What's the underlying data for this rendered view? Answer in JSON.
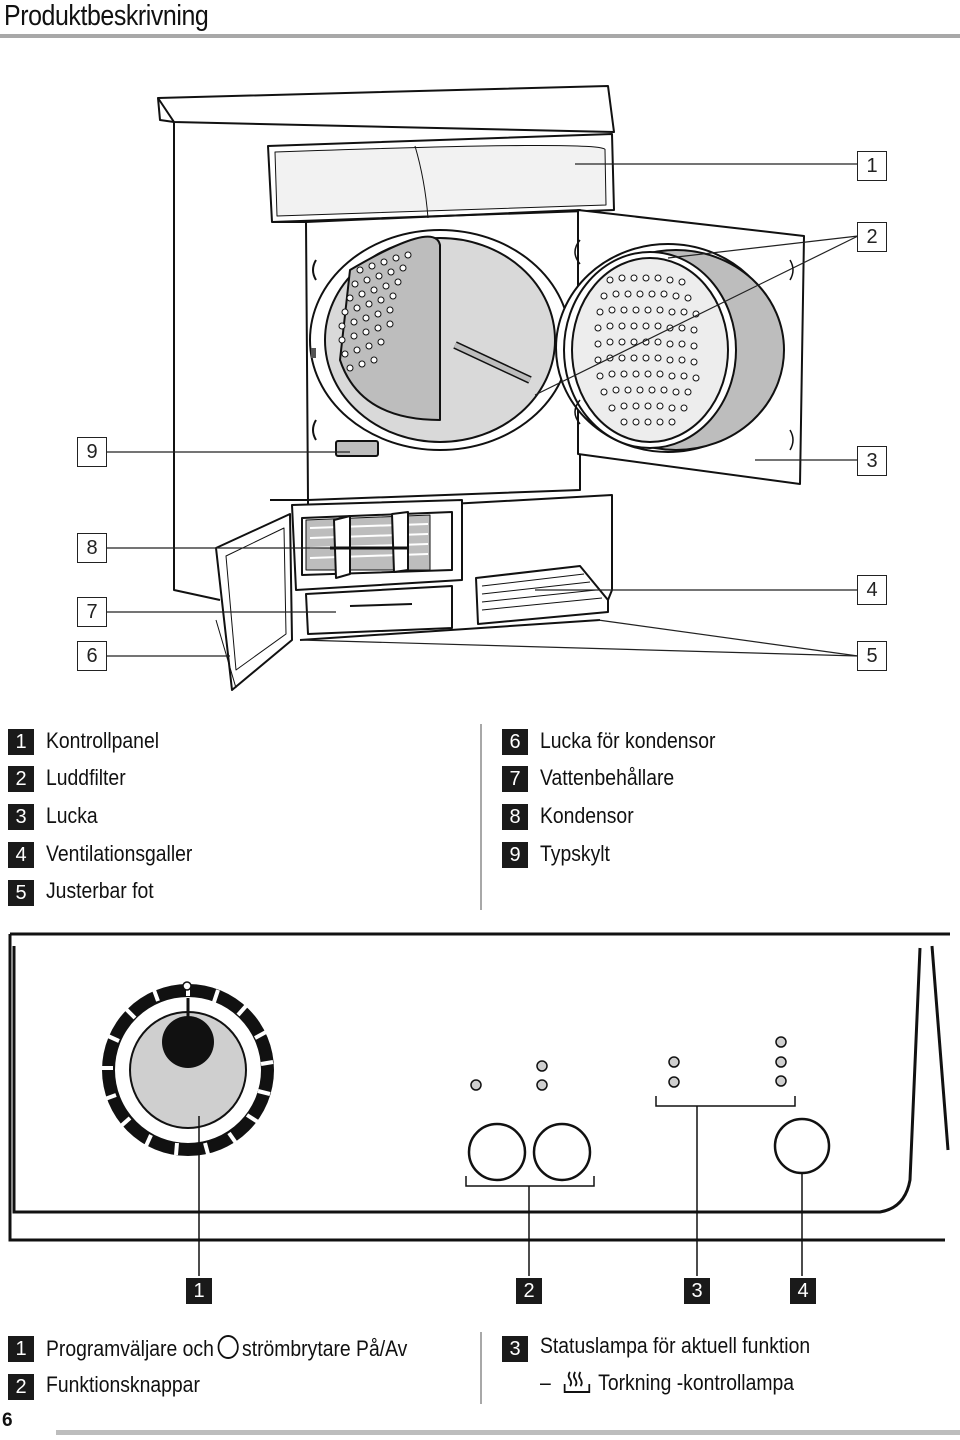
{
  "page": {
    "title": "Produktbeskrivning",
    "page_number": "6"
  },
  "dryer_callouts": {
    "n1": "1",
    "n2": "2",
    "n3": "3",
    "n4": "4",
    "n5": "5",
    "n6": "6",
    "n7": "7",
    "n8": "8",
    "n9": "9"
  },
  "dryer_legend": [
    {
      "num": "1",
      "label": "Kontrollpanel"
    },
    {
      "num": "2",
      "label": "Luddfilter"
    },
    {
      "num": "3",
      "label": "Lucka"
    },
    {
      "num": "4",
      "label": "Ventilationsgaller"
    },
    {
      "num": "5",
      "label": "Justerbar fot"
    },
    {
      "num": "6",
      "label": "Lucka för kondensor"
    },
    {
      "num": "7",
      "label": "Vattenbehållare"
    },
    {
      "num": "8",
      "label": "Kondensor"
    },
    {
      "num": "9",
      "label": "Typskylt"
    }
  ],
  "panel_callouts": {
    "n1": "1",
    "n2": "2",
    "n3": "3",
    "n4": "4"
  },
  "panel_legend": {
    "item1": {
      "num": "1",
      "label_before": "Programväljare och",
      "label_after": "strömbrytare På/Av"
    },
    "item2": {
      "num": "2",
      "label": "Funktionsknappar"
    },
    "item3": {
      "num": "3",
      "label": "Statuslampa för aktuell funktion"
    },
    "item3_sub": {
      "prefix": "–",
      "label": "Torkning -kontrollampa"
    }
  },
  "icons": {
    "power": "power-circle-icon",
    "drying": "drying-heat-icon"
  }
}
